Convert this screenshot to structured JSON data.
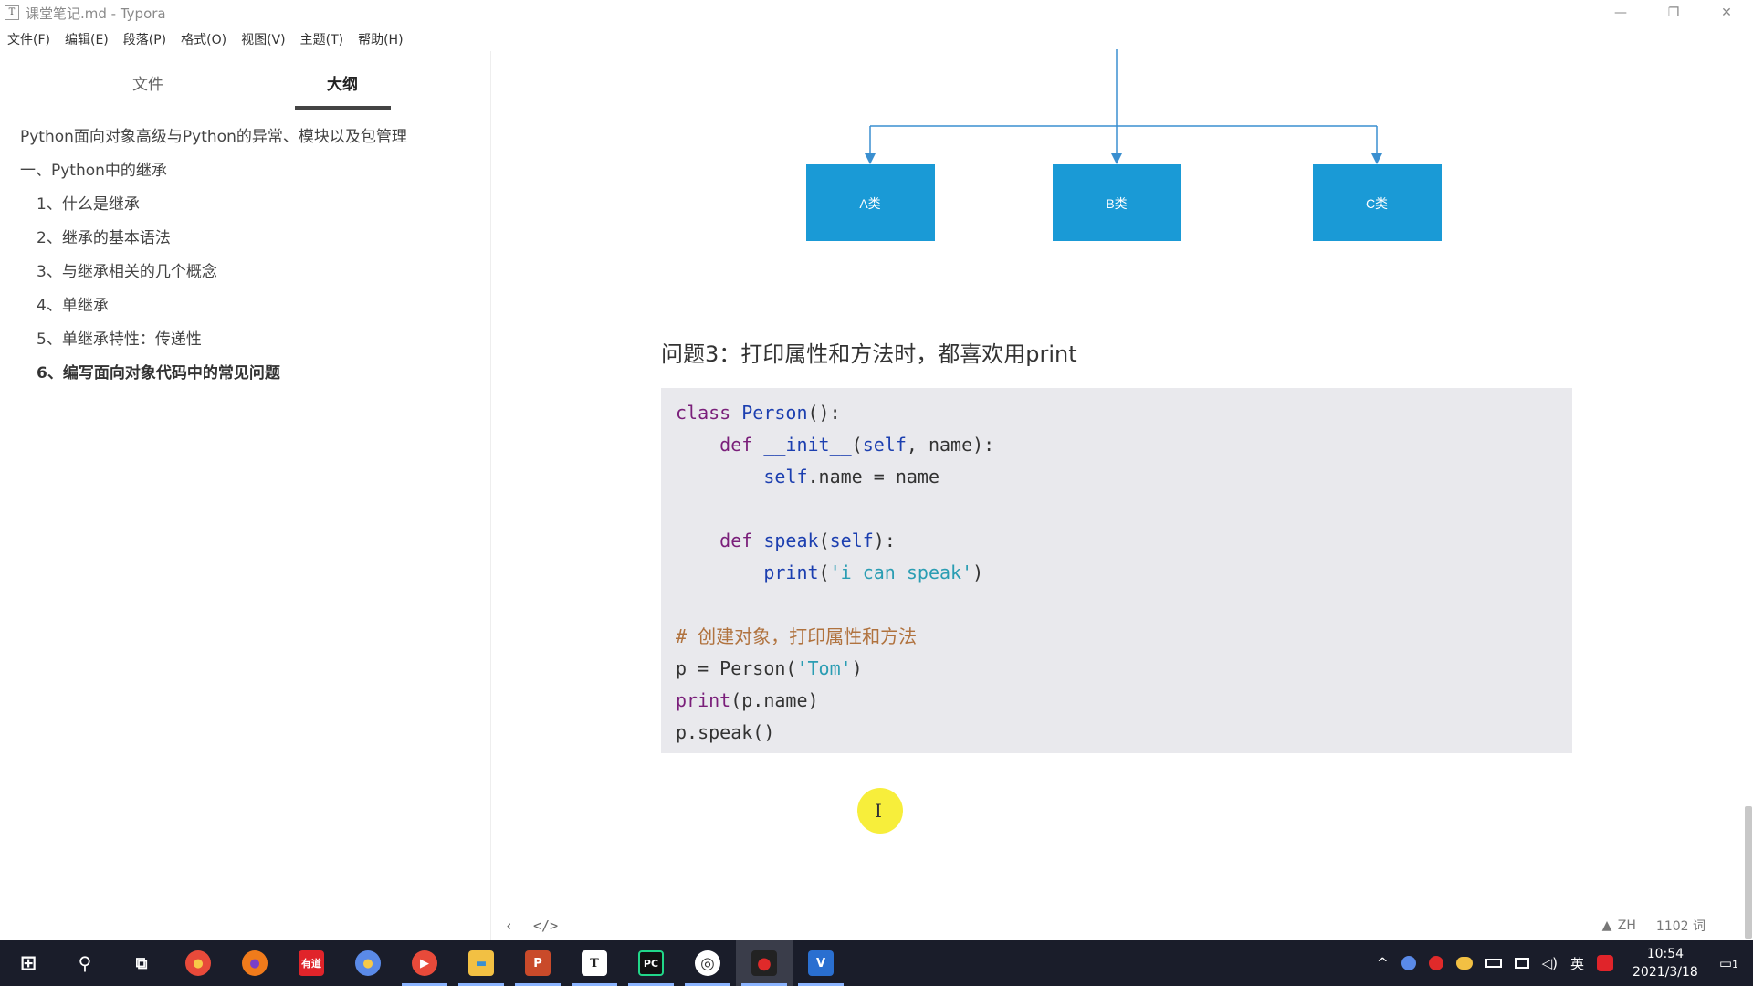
{
  "window": {
    "app_icon": "T",
    "title": "课堂笔记.md - Typora",
    "controls": {
      "minimize": "—",
      "maximize": "❐",
      "close": "✕"
    }
  },
  "menu": [
    "文件(F)",
    "编辑(E)",
    "段落(P)",
    "格式(O)",
    "视图(V)",
    "主题(T)",
    "帮助(H)"
  ],
  "sidebar": {
    "tabs": {
      "files": "文件",
      "outline": "大纲"
    },
    "outline": [
      {
        "label": "Python面向对象高级与Python的异常、模块以及包管理"
      },
      {
        "label": "一、Python中的继承"
      },
      {
        "label": "1、什么是继承"
      },
      {
        "label": "2、继承的基本语法"
      },
      {
        "label": "3、与继承相关的几个概念"
      },
      {
        "label": "4、单继承"
      },
      {
        "label": "5、单继承特性：传递性"
      },
      {
        "label": "6、编写面向对象代码中的常见问题"
      }
    ]
  },
  "diagram": {
    "boxes": [
      "A类",
      "B类",
      "C类"
    ],
    "box_color": "#1a9ad6",
    "line_color": "#3a8fd0"
  },
  "content": {
    "heading": "问题3：打印属性和方法时，都喜欢用print",
    "code": {
      "l1_kw": "class",
      "l1_name": "Person",
      "l1_rest": "():",
      "l2_indent": "    ",
      "l2_kw": "def",
      "l2_fn": "__init__",
      "l2_p1": "(",
      "l2_self": "self",
      "l2_rest": ", name):",
      "l3_indent": "        ",
      "l3_self": "self",
      "l3_rest": ".name = name",
      "l5_indent": "    ",
      "l5_kw": "def",
      "l5_fn": "speak",
      "l5_p1": "(",
      "l5_self": "self",
      "l5_rest": "):",
      "l6_indent": "        ",
      "l6_kw": "print",
      "l6_p1": "(",
      "l6_str": "'i can speak'",
      "l6_rest": ")",
      "l8_comment": "# 创建对象，打印属性和方法",
      "l9_a": "p = Person(",
      "l9_str": "'Tom'",
      "l9_b": ")",
      "l10_kw": "print",
      "l10_rest": "(p.name)",
      "l11": "p.speak()"
    }
  },
  "statusbar": {
    "back": "‹",
    "source": "</>",
    "lang": "ZH",
    "words": "1102 词"
  },
  "taskbar": {
    "apps": [
      {
        "name": "start",
        "label": "⊞",
        "color": "transparent"
      },
      {
        "name": "search",
        "label": "⚲",
        "color": "transparent"
      },
      {
        "name": "taskview",
        "label": "⧉",
        "color": "transparent"
      },
      {
        "name": "chrome",
        "label": "●",
        "color": "#e84a3a"
      },
      {
        "name": "firefox",
        "label": "●",
        "color": "#f07b1b"
      },
      {
        "name": "youdao",
        "label": "有道",
        "color": "#e0242a"
      },
      {
        "name": "browser",
        "label": "●",
        "color": "#5a8ae8"
      },
      {
        "name": "recorder",
        "label": "▶",
        "color": "#e84a3a"
      },
      {
        "name": "explorer",
        "label": "▬",
        "color": "#f2c043"
      },
      {
        "name": "powerpoint",
        "label": "P",
        "color": "#c94a2a"
      },
      {
        "name": "typora",
        "label": "T",
        "color": "#ffffff"
      },
      {
        "name": "pycharm",
        "label": "PC",
        "color": "#111111"
      },
      {
        "name": "obs",
        "label": "◎",
        "color": "#333333"
      },
      {
        "name": "record",
        "label": "●",
        "color": "#333333"
      },
      {
        "name": "vscode",
        "label": "V",
        "color": "#2a6fd0"
      }
    ],
    "tray": {
      "chevron": "^",
      "ime": "英",
      "date": "2021/3/18",
      "time": "10:54",
      "notify": "1"
    }
  }
}
